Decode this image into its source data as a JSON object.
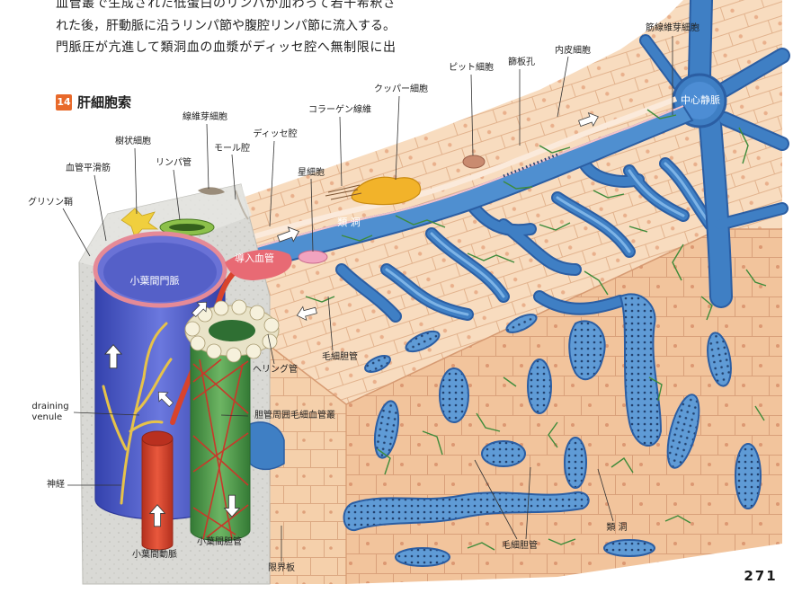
{
  "body_text": {
    "line_1": "血管叢で生成された低蛋白のリンパが加わって若干希釈さ",
    "line_2": "れた後，肝動脈に沿うリンパ節や腹腔リンパ節に流入する。",
    "line_3": "門脈圧が亢進して類洞血の血漿がディッセ腔へ無制限に出"
  },
  "figure": {
    "number": "14",
    "title": "肝細胞索",
    "labels": {
      "myofibroblast": "筋線維芽細胞",
      "endothelial_cell": "内皮細胞",
      "sieve_plate_pore": "篩板孔",
      "pit_cell": "ピット細胞",
      "kupffer_cell": "クッパー細胞",
      "collagen_fiber": "コラーゲン線維",
      "space_of_disse": "ディッセ腔",
      "fibroblast": "線維芽細胞",
      "space_of_mall": "モール腔",
      "dendritic_cell": "樹状細胞",
      "vascular_smooth_muscle": "血管平滑筋",
      "lymphatic_vessel": "リンパ管",
      "stellate_cell": "星細胞",
      "glisson_sheath": "グリソン鞘",
      "sinusoid_upper": "類 洞",
      "central_vein": "中心静脈",
      "inlet_vessel": "導入血管",
      "interlobular_portal_vein": "小葉間門脈",
      "canal_of_hering": "ヘリング管",
      "bile_canaliculus_upper": "毛細胆管",
      "draining_venule_line_1": "draining",
      "draining_venule_line_2": "venule",
      "peribiliary_capillary_plexus": "胆管周囲毛細血管叢",
      "nerve": "神経",
      "interlobular_artery": "小葉間動脈",
      "interlobular_bile_duct": "小葉間胆管",
      "limiting_plate": "限界板",
      "bile_canaliculus_lower": "毛細胆管",
      "sinusoid_lower": "類 洞"
    }
  },
  "page_number": "271",
  "colors": {
    "figure_number_badge": "#e8692a",
    "hepatocyte": "#f6d8b9",
    "sinusoid": "#3f7fc4",
    "portal_vein": "#4a58c8",
    "artery": "#d8432c",
    "bile_duct": "#4e9b4c",
    "nerve": "#e6c24a",
    "glisson_sheath": "#d7d7d3"
  }
}
